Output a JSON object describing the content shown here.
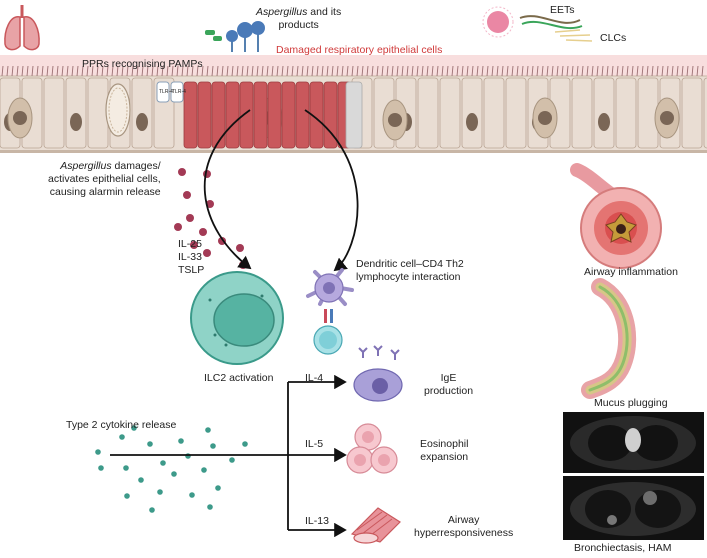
{
  "labels": {
    "aspergillus_products_word": "Aspergillus",
    "aspergillus_products_rest": " and its",
    "aspergillus_products_line2": "products",
    "damaged_cells": "Damaged respiratory epithelial cells",
    "eets": "EETs",
    "clcs": "CLCs",
    "pprs": "PPRs recognising PAMPs",
    "receptor_a": "TLR-4",
    "receptor_b": "TLR-4",
    "damage_word": "Aspergillus",
    "damage_rest": " damages/",
    "damage_line2": "activates epithelial cells,",
    "damage_line3": "causing alarmin release",
    "il25": "IL-25",
    "il33": "IL-33",
    "tslp": "TSLP",
    "dc_line1": "Dendritic cell–CD4 Th2",
    "dc_line2": "lymphocyte interaction",
    "ilc2": "ILC2 activation",
    "type2": "Type 2 cytokine release",
    "il4": "IL-4",
    "il5": "IL-5",
    "il13": "IL-13",
    "ige_line1": "IgE",
    "ige_line2": "production",
    "eos_line1": "Eosinophil",
    "eos_line2": "expansion",
    "airway_line1": "Airway",
    "airway_line2": "hyperresponsiveness",
    "inflammation": "Airway inflammation",
    "mucus": "Mucus plugging",
    "bronch": "Bronchiectasis, HAM"
  },
  "colors": {
    "epithelium": "#e9ddd3",
    "damaged": "#c9585c",
    "nucleus": "#7a6656",
    "ilc2": "#5cbfae",
    "alarmin": "#a33a55",
    "cytokine": "#3d9a8a",
    "label_red": "#d03a3a"
  }
}
